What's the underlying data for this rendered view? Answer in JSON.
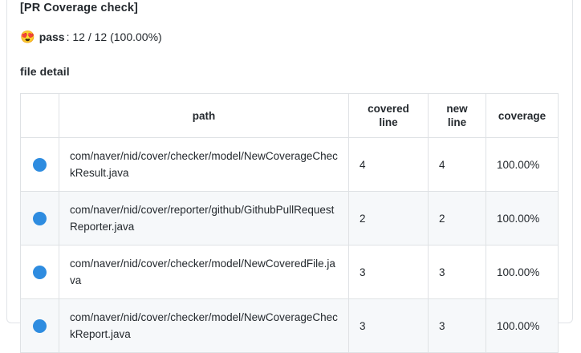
{
  "card": {
    "title": "[PR Coverage check]",
    "status": {
      "emoji": "😍",
      "emoji_name": "smiling-face-with-heart-eyes",
      "label": "pass",
      "detail": ": 12 / 12 (100.00%)"
    },
    "section_title": "file detail"
  },
  "table": {
    "headers": {
      "mark": "",
      "path": "path",
      "covered_line": "covered line",
      "new_line": "new line",
      "coverage": "coverage"
    },
    "rows": [
      {
        "status_icon": "blue-dot-icon",
        "path": "com/naver/nid/cover/checker/model/NewCoverageCheckResult.java",
        "covered_line": "4",
        "new_line": "4",
        "coverage": "100.00%"
      },
      {
        "status_icon": "blue-dot-icon",
        "path": "com/naver/nid/cover/reporter/github/GithubPullRequestReporter.java",
        "covered_line": "2",
        "new_line": "2",
        "coverage": "100.00%"
      },
      {
        "status_icon": "blue-dot-icon",
        "path": "com/naver/nid/cover/checker/model/NewCoveredFile.java",
        "covered_line": "3",
        "new_line": "3",
        "coverage": "100.00%"
      },
      {
        "status_icon": "blue-dot-icon",
        "path": "com/naver/nid/cover/checker/model/NewCoverageCheckReport.java",
        "covered_line": "3",
        "new_line": "3",
        "coverage": "100.00%"
      }
    ]
  },
  "colors": {
    "dot": "#2e8ce0",
    "text": "#24292e",
    "border": "#dfe2e5",
    "stripe": "#f6f8fa",
    "card_border": "#e1e4e8"
  }
}
